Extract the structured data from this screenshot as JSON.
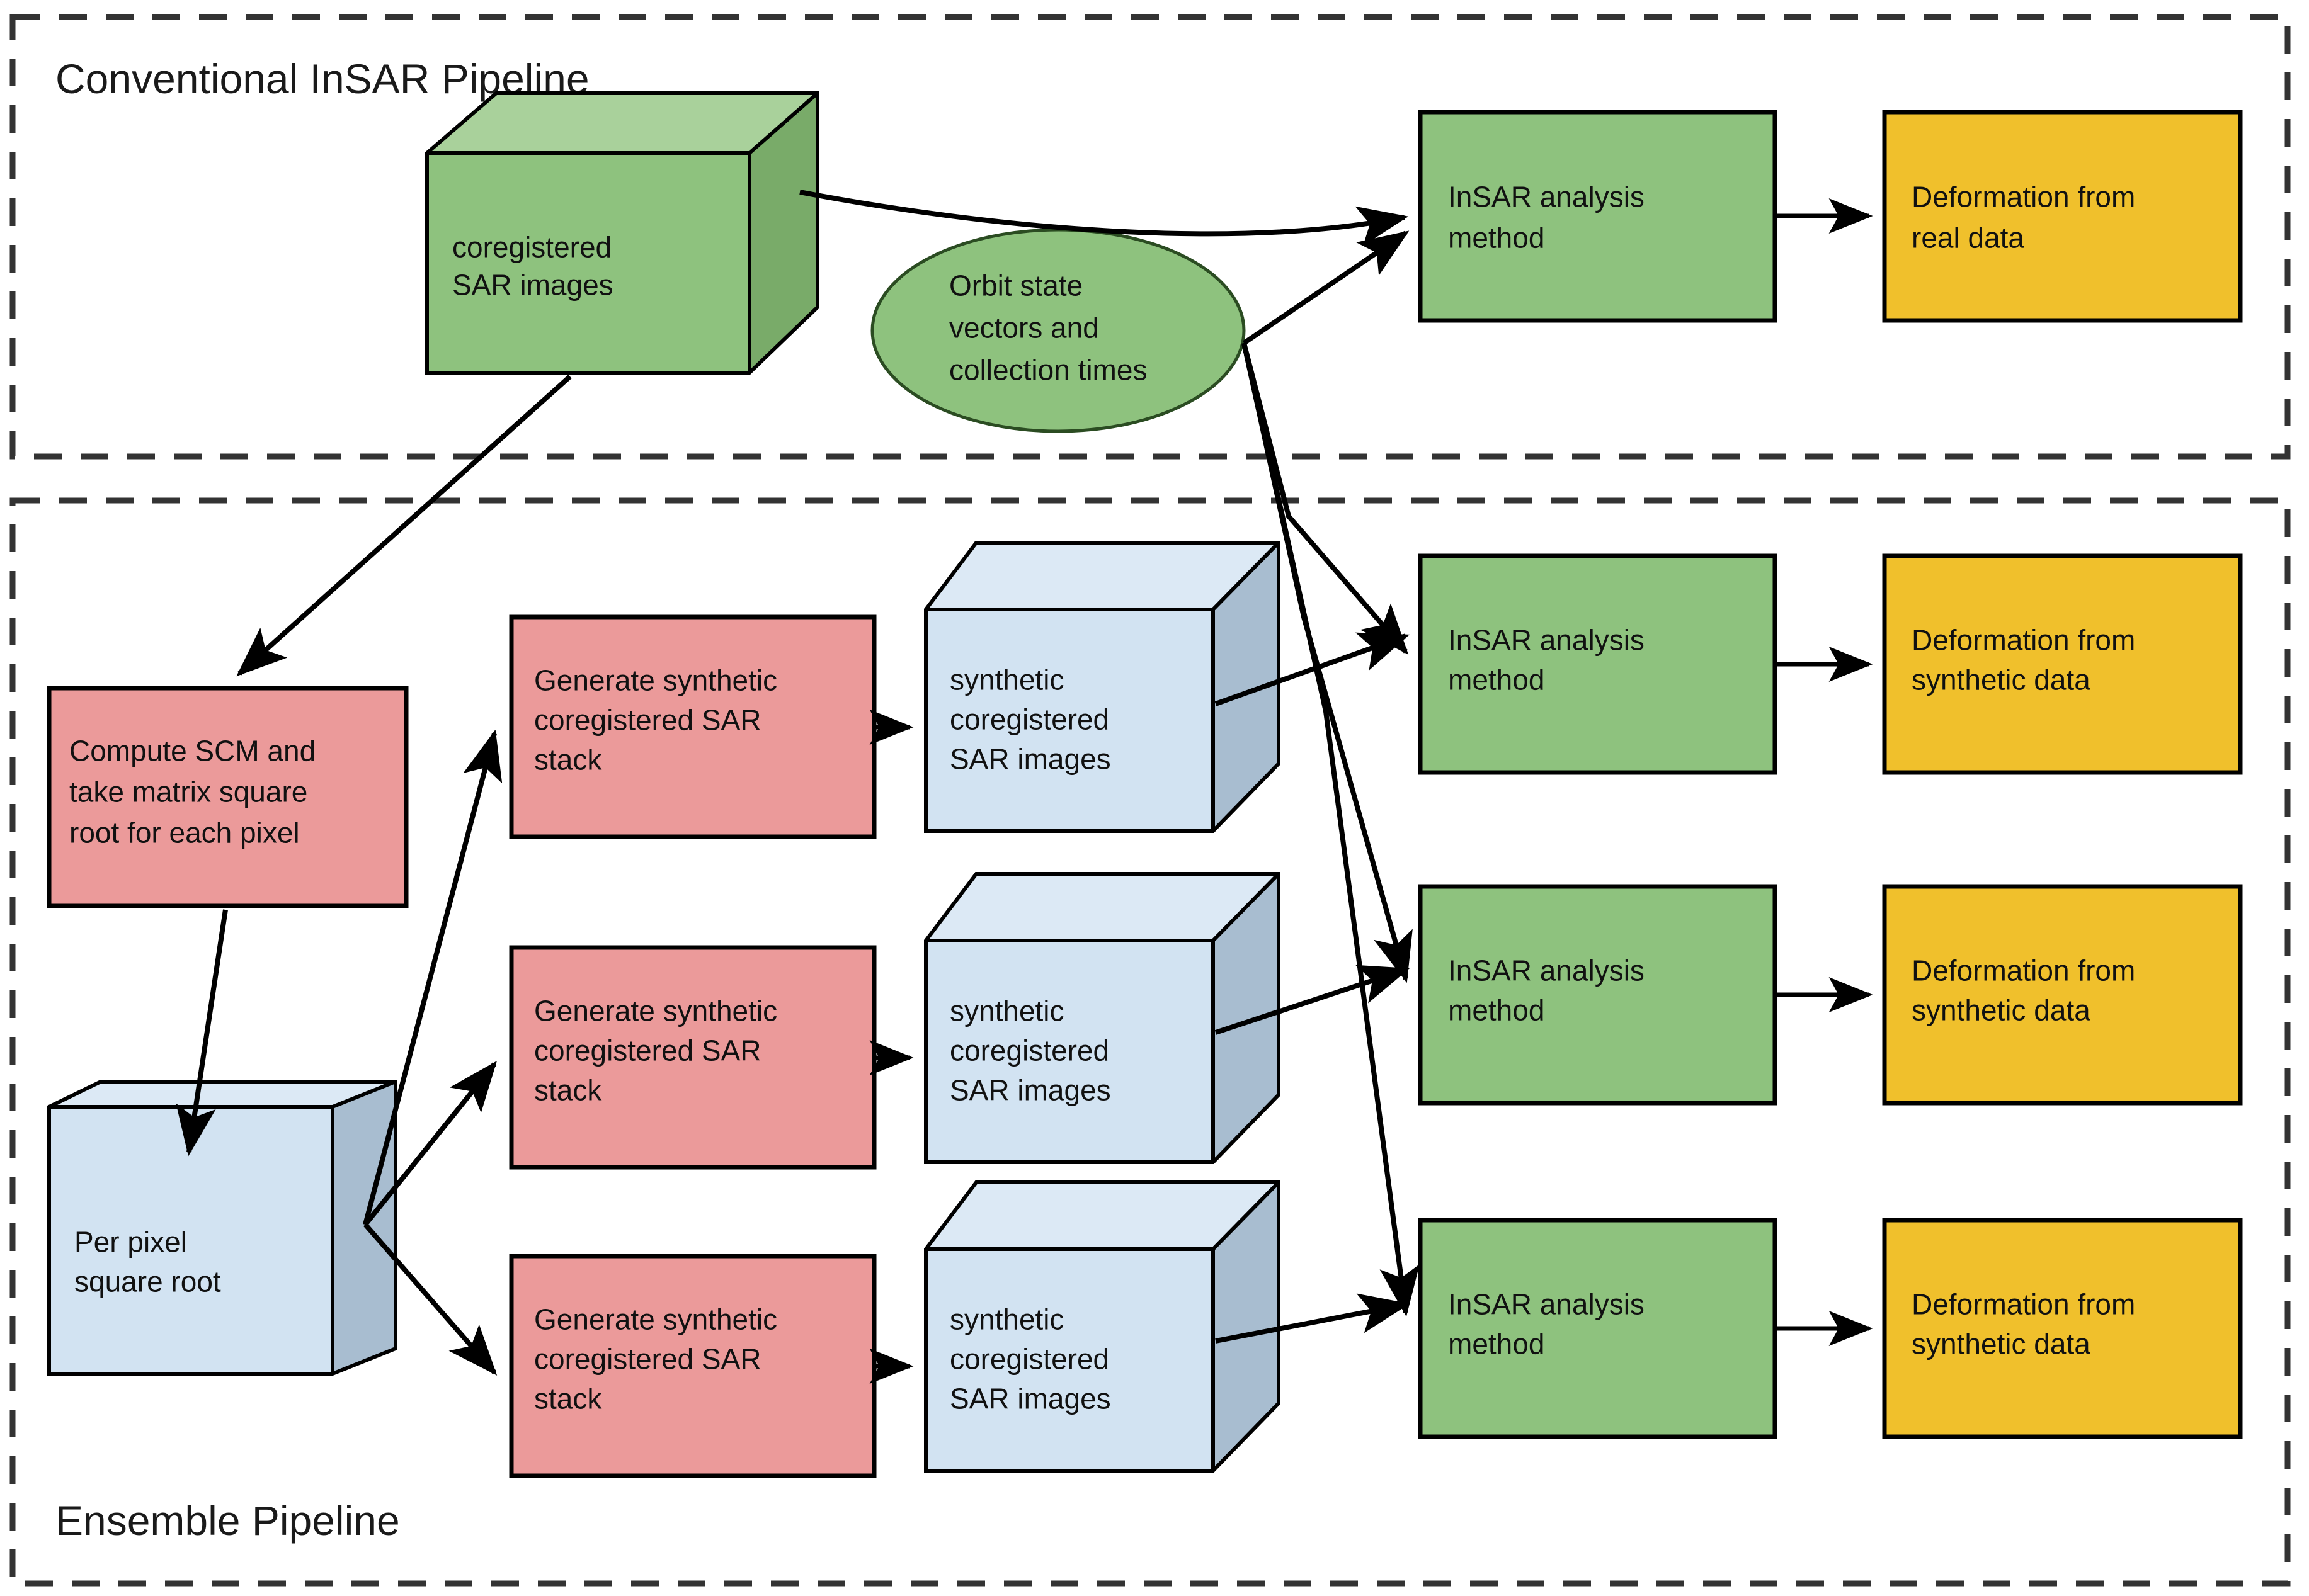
{
  "panels": [
    {
      "id": "conventional",
      "title": "Conventional InSAR Pipeline"
    },
    {
      "id": "ensemble",
      "title": "Ensemble Pipeline"
    }
  ],
  "conventional": {
    "cube": {
      "line1": "coregistered",
      "line2": "SAR images"
    },
    "ellipse": {
      "line1": "Orbit state",
      "line2": "vectors and",
      "line3": "collection times"
    },
    "analysis": {
      "line1": "InSAR analysis",
      "line2": "method"
    },
    "output": {
      "line1": "Deformation from",
      "line2": "real data"
    }
  },
  "ensemble": {
    "scm": {
      "line1": "Compute SCM and",
      "line2": "take matrix square",
      "line3": "root for each pixel"
    },
    "sqrt_cube": {
      "line1": "Per pixel",
      "line2": "square root"
    },
    "branches": [
      {
        "generate": {
          "line1": "Generate synthetic",
          "line2": "coregistered SAR",
          "line3": "stack"
        },
        "cube": {
          "line1": "synthetic",
          "line2": "coregistered",
          "line3": "SAR images"
        },
        "analysis": {
          "line1": "InSAR analysis",
          "line2": "method"
        },
        "output": {
          "line1": "Deformation from",
          "line2": "synthetic data"
        }
      },
      {
        "generate": {
          "line1": "Generate synthetic",
          "line2": "coregistered SAR",
          "line3": "stack"
        },
        "cube": {
          "line1": "synthetic",
          "line2": "coregistered",
          "line3": "SAR images"
        },
        "analysis": {
          "line1": "InSAR analysis",
          "line2": "method"
        },
        "output": {
          "line1": "Deformation from",
          "line2": "synthetic data"
        }
      },
      {
        "generate": {
          "line1": "Generate synthetic",
          "line2": "coregistered SAR",
          "line3": "stack"
        },
        "cube": {
          "line1": "synthetic",
          "line2": "coregistered",
          "line3": "SAR images"
        },
        "analysis": {
          "line1": "InSAR analysis",
          "line2": "method"
        },
        "output": {
          "line1": "Deformation from",
          "line2": "synthetic data"
        }
      }
    ]
  },
  "colors": {
    "green_fill": "#8ec27e",
    "green_top": "#a9d19b",
    "green_side": "#79ab69",
    "yellow_fill": "#f0c02c",
    "pink_fill": "#eb9a9a",
    "blue_fill": "#d2e3f2",
    "blue_top": "#dce9f5",
    "blue_side": "#a8bdd0",
    "stroke": "#000000",
    "panel_border": "#333333",
    "background": "#ffffff"
  }
}
